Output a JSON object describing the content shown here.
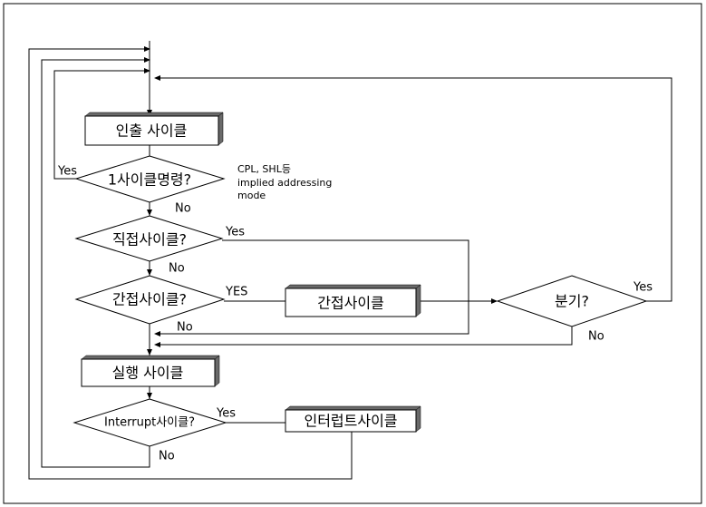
{
  "nodes": {
    "fetch": "인출 사이클",
    "one_cycle": "1사이클명령?",
    "direct": "직접사이클?",
    "indirect_q": "간접사이클?",
    "indirect_cycle": "간접사이클",
    "branch": "분기?",
    "execute": "실행 사이클",
    "interrupt_q": "Interrupt사이클?",
    "interrupt_cycle": "인터럽트사이클"
  },
  "note": {
    "line1": "CPL, SHL등",
    "line2": "implied addressing",
    "line3": "mode"
  },
  "edges": {
    "one_cycle_yes": "Yes",
    "one_cycle_no": "No",
    "direct_yes": "Yes",
    "direct_no": "No",
    "indirect_yes": "YES",
    "indirect_no": "No",
    "branch_yes": "Yes",
    "branch_no": "No",
    "interrupt_yes": "Yes",
    "interrupt_no": "No"
  }
}
